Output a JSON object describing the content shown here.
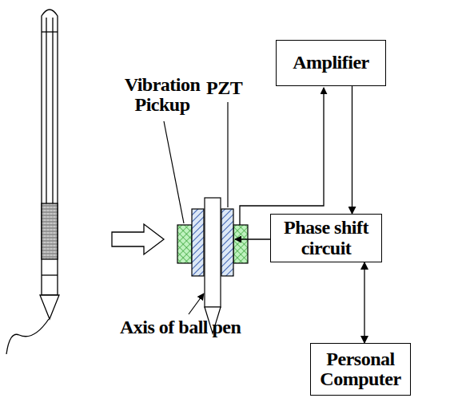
{
  "diagram": {
    "nodes": [
      {
        "text": [
          "Amplifier"
        ]
      },
      {
        "text": [
          "Phase shift circuit"
        ]
      },
      {
        "text": [
          "Personal Computer"
        ]
      }
    ],
    "edges": [
      {
        "from": 0,
        "to": 1,
        "arrow": "to"
      },
      {
        "from": 1,
        "to": 2,
        "arrow": "both"
      }
    ],
    "labels": [
      "Vibration Pickup",
      "PZT",
      "Axis of ball pen"
    ]
  }
}
